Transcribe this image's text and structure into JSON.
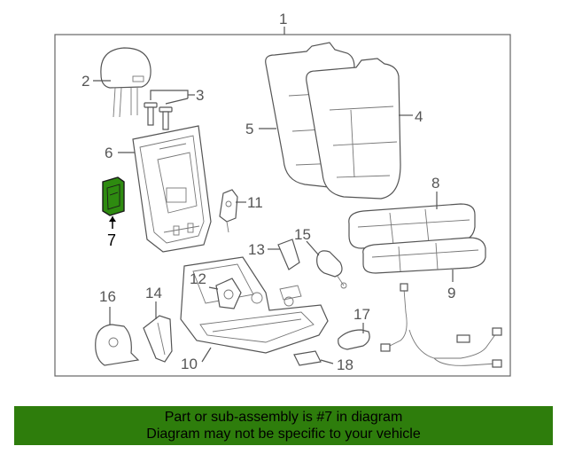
{
  "diagram": {
    "callouts": {
      "c1": "1",
      "c2": "2",
      "c3": "3",
      "c4": "4",
      "c5": "5",
      "c6": "6",
      "c7": "7",
      "c8": "8",
      "c9": "9",
      "c10": "10",
      "c11": "11",
      "c12": "12",
      "c13": "13",
      "c14": "14",
      "c15": "15",
      "c16": "16",
      "c17": "17",
      "c18": "18"
    },
    "highlighted_part": "7",
    "colors": {
      "highlight": "#2e8b10",
      "line": "#555555",
      "banner": "#2e7d0c"
    }
  },
  "banner": {
    "line1": "Part or sub-assembly is #7 in diagram",
    "line2": "Diagram may not be specific to your vehicle"
  }
}
